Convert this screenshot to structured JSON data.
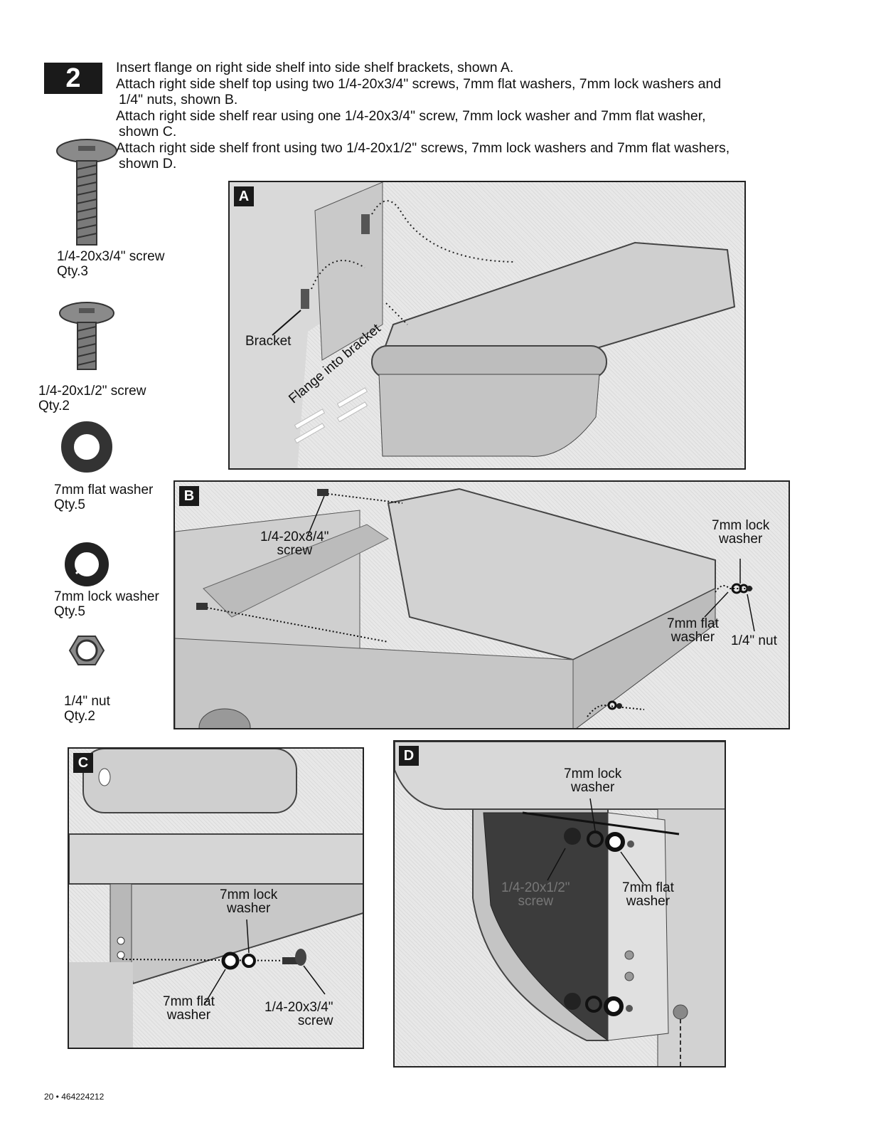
{
  "step": {
    "number": "2"
  },
  "instructions": [
    "Insert flange on right side shelf into side shelf brackets, shown A.",
    "Attach right side shelf top using two 1/4-20x3/4\" screws, 7mm flat washers, 7mm lock washers and",
    "1/4\" nuts, shown B.",
    "Attach right side shelf rear using one 1/4-20x3/4\" screw, 7mm lock washer and 7mm flat washer,",
    "shown C.",
    "Attach right side shelf front using two 1/4-20x1/2\" screws, 7mm lock washers and 7mm flat washers,",
    "shown D."
  ],
  "parts": [
    {
      "name": "1/4-20x3/4\" screw",
      "qty": "Qty.3",
      "icon": "long-screw-icon"
    },
    {
      "name": "1/4-20x1/2\" screw",
      "qty": "Qty.2",
      "icon": "short-screw-icon"
    },
    {
      "name": "7mm flat washer",
      "qty": "Qty.5",
      "icon": "flat-washer-icon"
    },
    {
      "name": "7mm lock washer",
      "qty": "Qty.5",
      "icon": "lock-washer-icon"
    },
    {
      "name": "1/4\" nut",
      "qty": "Qty.2",
      "icon": "hex-nut-icon"
    }
  ],
  "panels": {
    "a": {
      "letter": "A",
      "bracket": "Bracket",
      "flange": "Flange into bracket"
    },
    "b": {
      "letter": "B",
      "screw_1": "1/4-20x3/4\"",
      "screw_2": "screw",
      "lock_1": "7mm lock",
      "lock_2": "washer",
      "flat_1": "7mm flat",
      "flat_2": "washer",
      "nut": "1/4\" nut"
    },
    "c": {
      "letter": "C",
      "lock_1": "7mm lock",
      "lock_2": "washer",
      "flat_1": "7mm flat",
      "flat_2": "washer",
      "screw_1": "1/4-20x3/4\"",
      "screw_2": "screw"
    },
    "d": {
      "letter": "D",
      "lock_1": "7mm lock",
      "lock_2": "washer",
      "screw_1": "1/4-20x1/2\"",
      "screw_2": "screw",
      "flat_1": "7mm flat",
      "flat_2": "washer"
    }
  },
  "footer": "20 • 464224212"
}
